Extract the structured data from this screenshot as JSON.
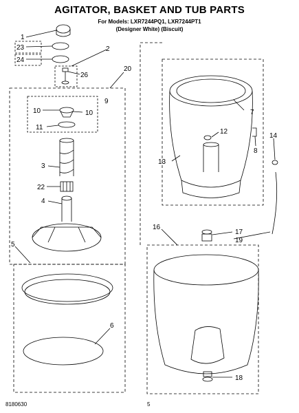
{
  "header": {
    "title": "AGITATOR, BASKET AND TUB PARTS",
    "models_line": "For Models: LXR7244PQ1, LXR7244PT1",
    "colors_line": "(Designer White)  (Biscuit)"
  },
  "footer": {
    "code": "8180630",
    "page": "5"
  },
  "callouts": [
    "1",
    "23",
    "24",
    "2",
    "26",
    "20",
    "10",
    "9",
    "10",
    "11",
    "3",
    "22",
    "4",
    "5",
    "6",
    "7",
    "12",
    "8",
    "13",
    "14",
    "16",
    "17",
    "19",
    "18"
  ]
}
